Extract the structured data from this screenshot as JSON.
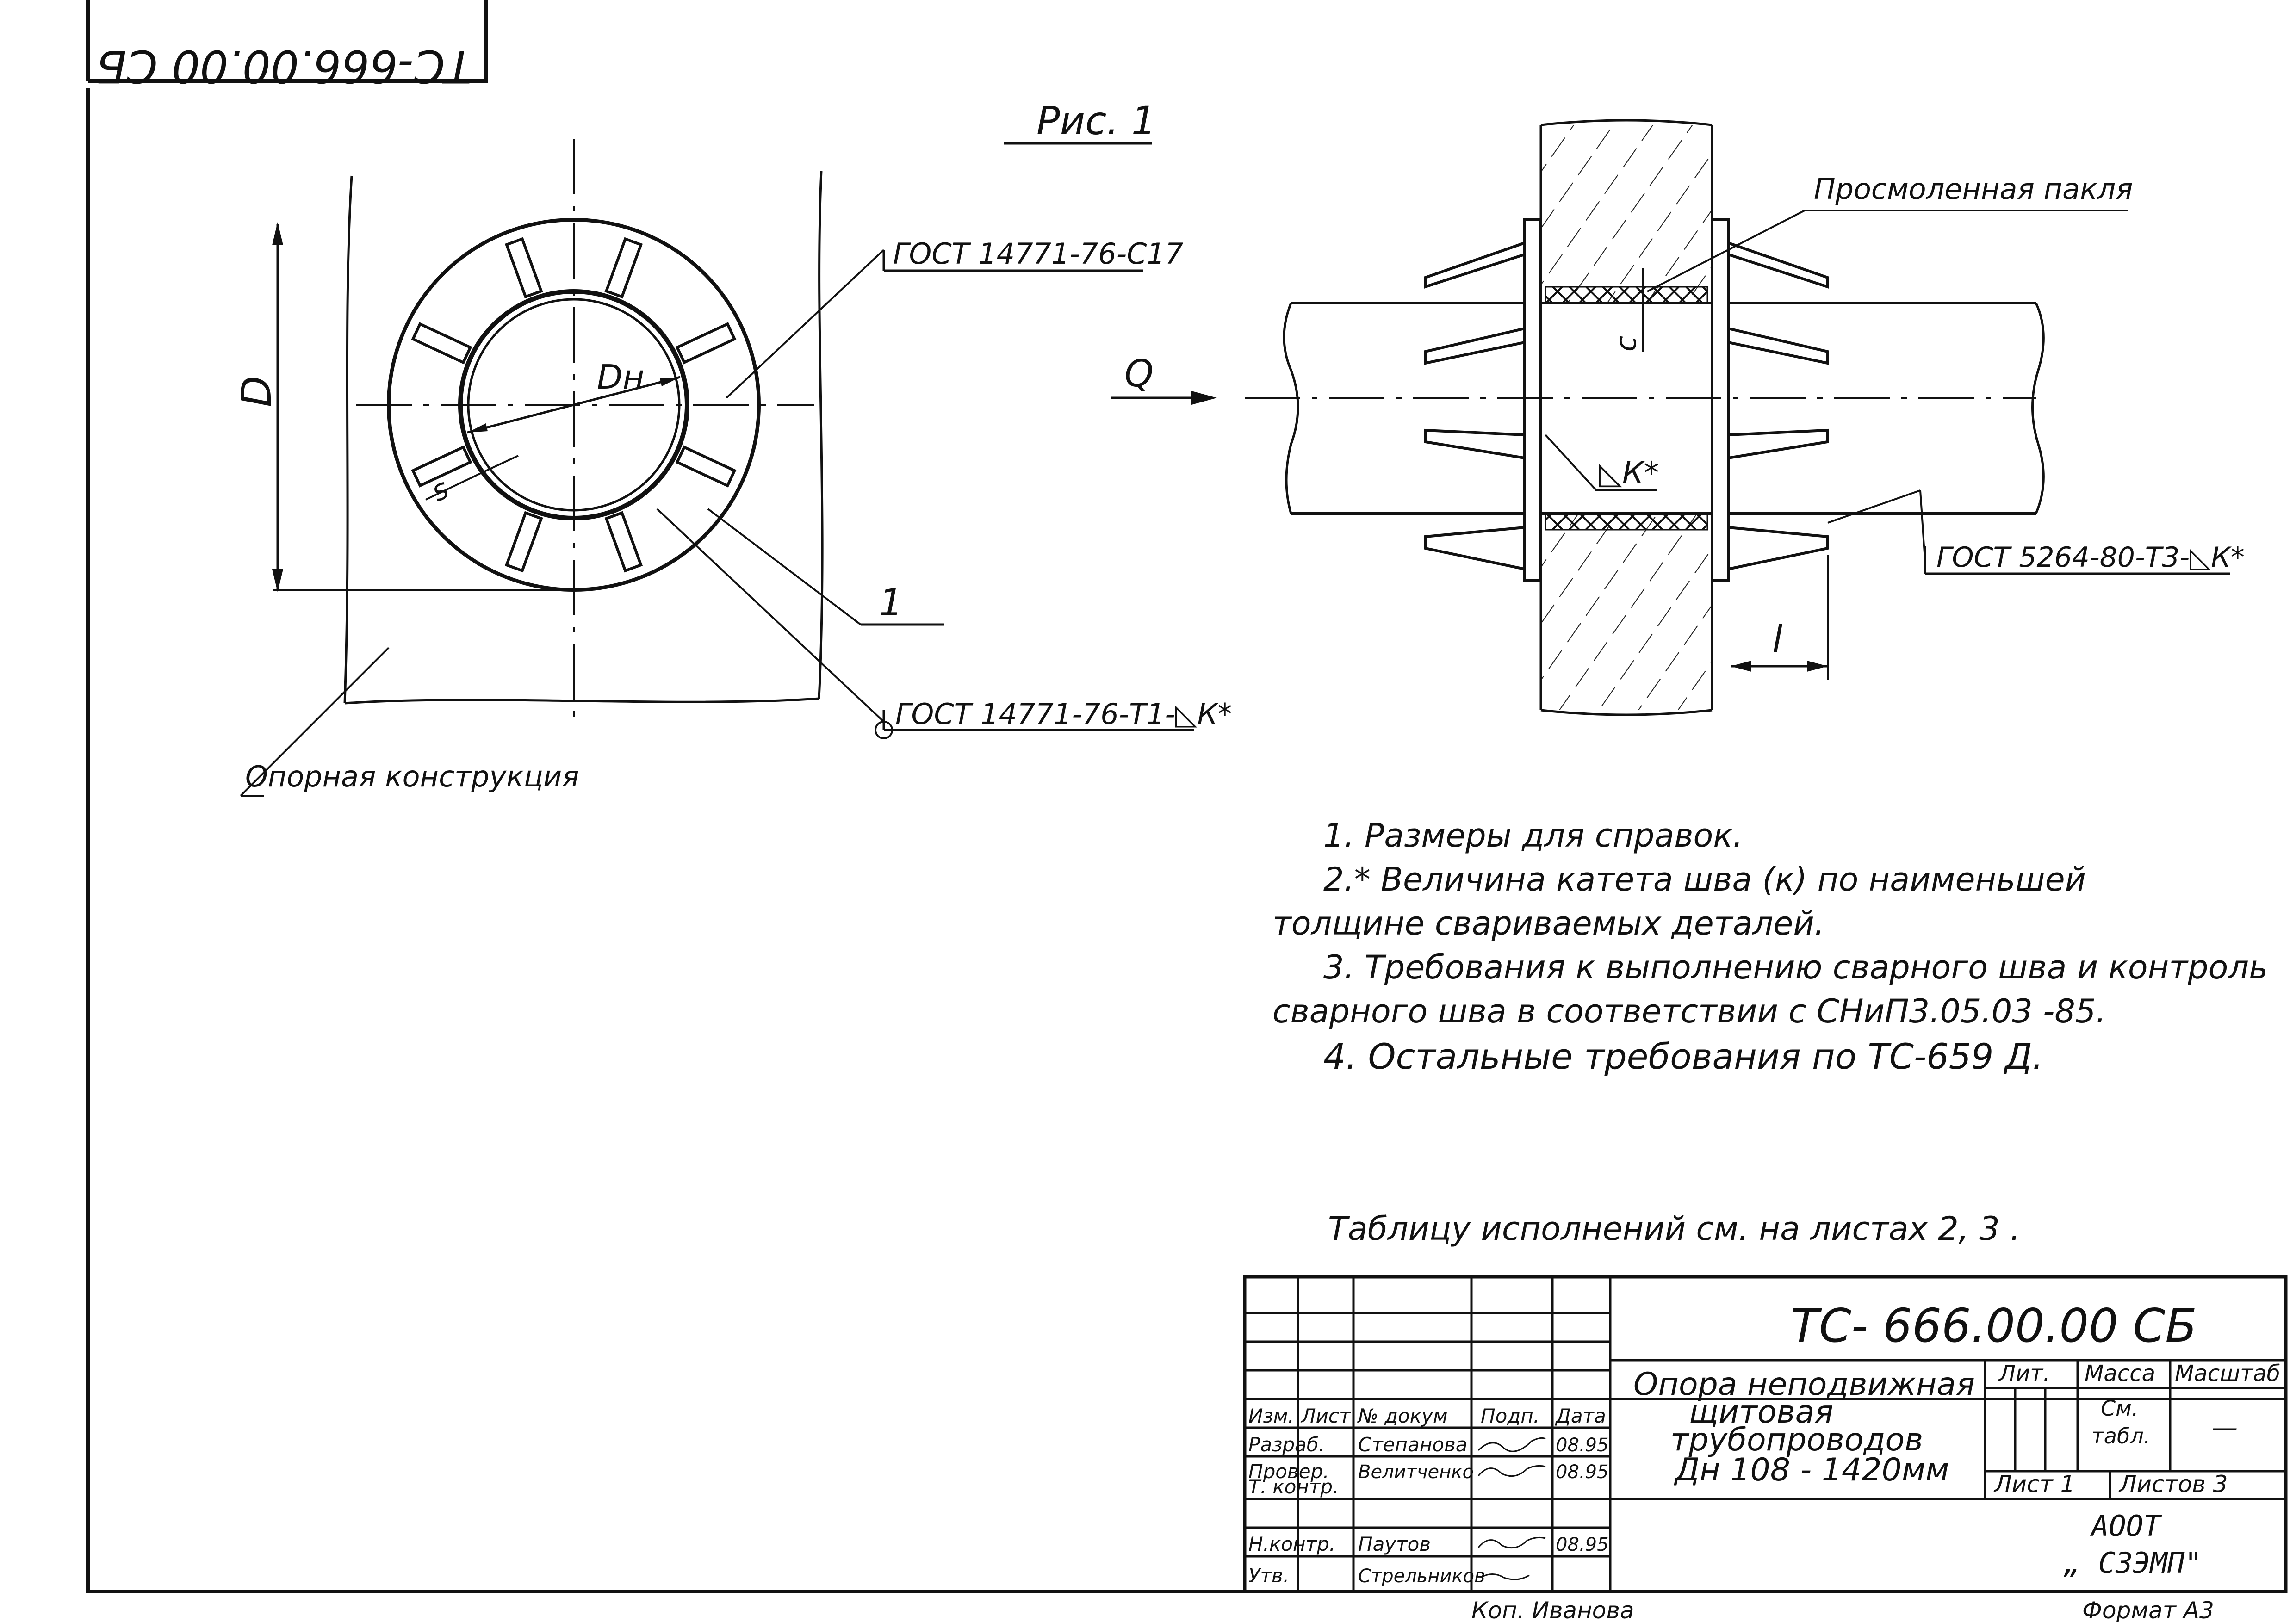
{
  "stamp_code_mirrored": "ТС-666.00.00 СБ",
  "figure_label": "Рис. 1",
  "left_view": {
    "dim_D": "D",
    "dim_Dn": "Dн",
    "dim_s": "s",
    "leader_top": "ГОСТ 14771-76-С17",
    "leader_part": "1",
    "leader_bottom": "ГОСТ 14771-76-Т1-◺К*",
    "support_label": "Опорная   конструкция"
  },
  "right_view": {
    "flow_label": "Q",
    "packing_label": "Просмоленная пакля",
    "dim_c": "c",
    "weld_k": "◺К*",
    "leader_weld": "ГОСТ 5264-80-Т3-◺К*",
    "dim_l": "l"
  },
  "notes": [
    "1.  Размеры для справок.",
    "2.* Величина  катета  шва  (к)  по  наименьшей",
    "толщине  свариваемых  деталей.",
    "3.  Требования  к выполнению сварного шва и контроль",
    "сварного  шва  в  соответствии  с  СНиП3.05.03 -85.",
    "4.  Остальные  требования  по  ТС-659 Д."
  ],
  "tables_note": "Таблицу  исполнений  см.  на листах  2, 3 .",
  "title_block": {
    "doc_code": "ТС- 666.00.00 СБ",
    "title_lines": [
      "Опора  неподвижная",
      "щитовая",
      "трубопроводов",
      "Дн 108 - 1420мм"
    ],
    "hdr": [
      "Изм.",
      "Лист",
      "№ докум",
      "Подп.",
      "Дата"
    ],
    "rows": [
      {
        "role": "Разраб.",
        "name": "Степанова",
        "date": "08.95"
      },
      {
        "role": "Провер.",
        "name": "Велитченко",
        "date": "08.95"
      },
      {
        "role": "Т. контр.",
        "name": "",
        "date": ""
      },
      {
        "role": "",
        "name": "",
        "date": ""
      },
      {
        "role": "Н.контр.",
        "name": "Паутов",
        "date": "08.95"
      },
      {
        "role": "Утв.",
        "name": "Стрельников",
        "date": ""
      }
    ],
    "col_lit": "Лит.",
    "col_mass": "Масса",
    "col_scale": "Масштаб",
    "mass_value_1": "См.",
    "mass_value_2": "табл.",
    "scale_value": "—",
    "sheet": "Лист  1",
    "sheets_total": "Листов  3",
    "org_1": "АООТ",
    "org_2": "„ СЗЭМП\""
  },
  "copied_by": "Коп. Иванова",
  "format": "Формат  А3"
}
